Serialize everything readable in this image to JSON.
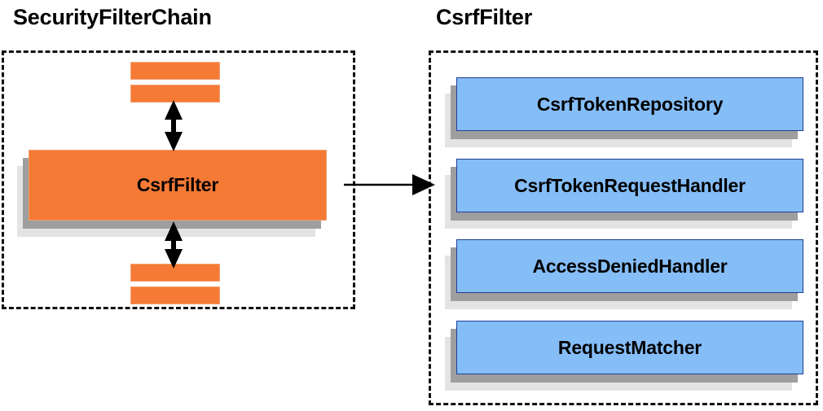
{
  "diagram": {
    "title_left": "SecurityFilterChain",
    "title_right": "CsrfFilter",
    "colors": {
      "orange_fill": "#f57a35",
      "orange_border": "#f0a070",
      "blue_fill": "#85bdf7",
      "blue_border": "#1f3e96",
      "shadow_near": "#9e9e9e",
      "shadow_far": "#e3e3e3",
      "panel_border": "#111111",
      "text": "#000000"
    }
  },
  "left_panel": {
    "title": "SecurityFilterChain",
    "center_box": {
      "label": "CsrfFilter"
    },
    "filter_bars": [
      {
        "name": "filter-bar-above-1"
      },
      {
        "name": "filter-bar-above-2"
      },
      {
        "name": "filter-bar-below-1"
      },
      {
        "name": "filter-bar-below-2"
      }
    ],
    "connectors": [
      {
        "name": "arrow-up-down-above",
        "kind": "double-arrow-vertical"
      },
      {
        "name": "arrow-up-down-below",
        "kind": "double-arrow-vertical"
      }
    ]
  },
  "right_panel": {
    "title": "CsrfFilter",
    "collaborators": [
      {
        "label": "CsrfTokenRepository"
      },
      {
        "label": "CsrfTokenRequestHandler"
      },
      {
        "label": "AccessDeniedHandler"
      },
      {
        "label": "RequestMatcher"
      }
    ]
  },
  "cross_panel_connector": {
    "name": "arrow-left-to-right",
    "kind": "single-arrow-horizontal"
  }
}
